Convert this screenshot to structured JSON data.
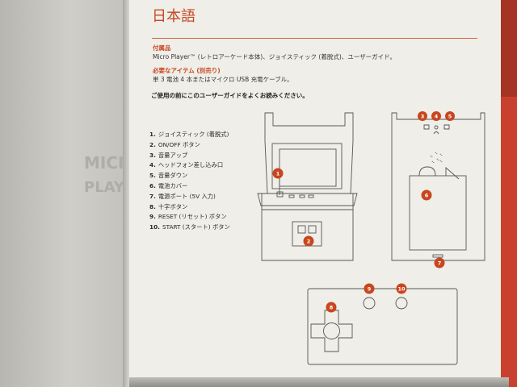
{
  "title": "日本語",
  "contents": {
    "heading": "付属品",
    "text": "Micro Player™ (レトロアーケード本体)、ジョイスティック (着脱式)、ユーザーガイド。"
  },
  "required": {
    "heading": "必要なアイテム (別売り)",
    "text": "単 3 電池 4 本またはマイクロ USB 充電ケーブル。"
  },
  "notice": "ご使用の前にこのユーザーガイドをよくお読みください。",
  "parts": [
    {
      "num": "1.",
      "label": "ジョイスティック (着脱式)"
    },
    {
      "num": "2.",
      "label": "ON/OFF ボタン"
    },
    {
      "num": "3.",
      "label": "音量アップ"
    },
    {
      "num": "4.",
      "label": "ヘッドフォン差し込み口"
    },
    {
      "num": "5.",
      "label": "音量ダウン"
    },
    {
      "num": "6.",
      "label": "電池カバー"
    },
    {
      "num": "7.",
      "label": "電源ポート (5V 入力)"
    },
    {
      "num": "8.",
      "label": "十字ボタン"
    },
    {
      "num": "9.",
      "label": "RESET (リセット) ボタン"
    },
    {
      "num": "10.",
      "label": "START (スタート) ボタン"
    }
  ],
  "callouts": {
    "c1": "1",
    "c2": "2",
    "c3": "3",
    "c4": "4",
    "c5": "5",
    "c6": "6",
    "c7": "7",
    "c8": "8",
    "c9": "9",
    "c10": "10"
  },
  "left_page_ghost": [
    "MICRO",
    "PLAY"
  ],
  "colors": {
    "accent": "#c8471f",
    "page": "#efeee9",
    "line": "#555555"
  }
}
